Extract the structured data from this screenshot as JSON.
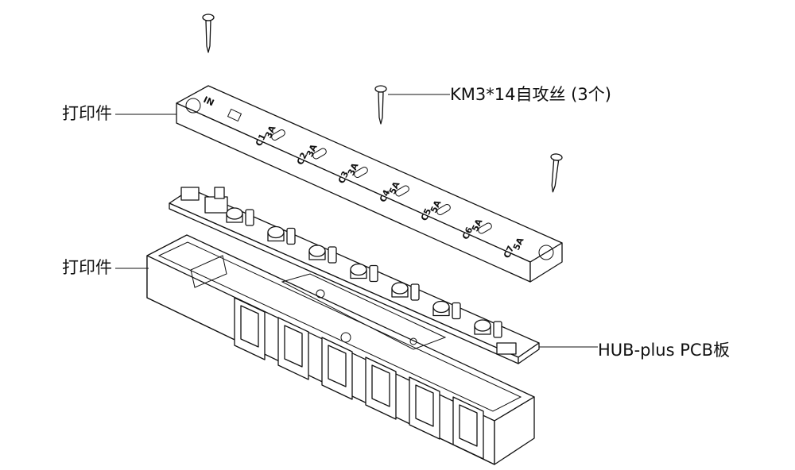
{
  "labels": {
    "top_cover": "打印件",
    "bottom_case": "打印件",
    "screws": "KM3*14自攻丝 (3个)",
    "pcb": "HUB-plus  PCB板"
  },
  "cover_markings": {
    "input": "IN",
    "ports": [
      {
        "name": "C1",
        "rating": "3A"
      },
      {
        "name": "C2",
        "rating": "3A"
      },
      {
        "name": "C3",
        "rating": "3A"
      },
      {
        "name": "C4",
        "rating": "5A"
      },
      {
        "name": "C5",
        "rating": "5A"
      },
      {
        "name": "C6",
        "rating": "5A"
      },
      {
        "name": "C7",
        "rating": "5A"
      }
    ]
  }
}
